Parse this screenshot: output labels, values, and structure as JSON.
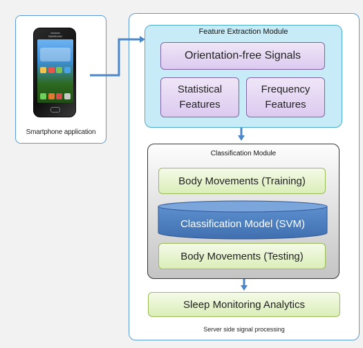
{
  "phone": {
    "brand": "SAMSUNG",
    "label": "Smartphone application"
  },
  "feature_module": {
    "title": "Feature Extraction Module",
    "orientation": "Orientation-free Signals",
    "statistical_line1": "Statistical",
    "statistical_line2": "Features",
    "frequency_line1": "Frequency",
    "frequency_line2": "Features"
  },
  "classification_module": {
    "title": "Classification Module",
    "training": "Body Movements (Training)",
    "model": "Classification Model (SVM)",
    "testing": "Body Movements (Testing)"
  },
  "analytics": "Sleep Monitoring Analytics",
  "server_label": "Server side signal processing",
  "colors": {
    "connector": "#4a86c8",
    "feature_bg": "#c7ecf7",
    "purple_border": "#8064a2",
    "green_border": "#9bbb59",
    "cylinder_fill": "#4f81bd"
  }
}
